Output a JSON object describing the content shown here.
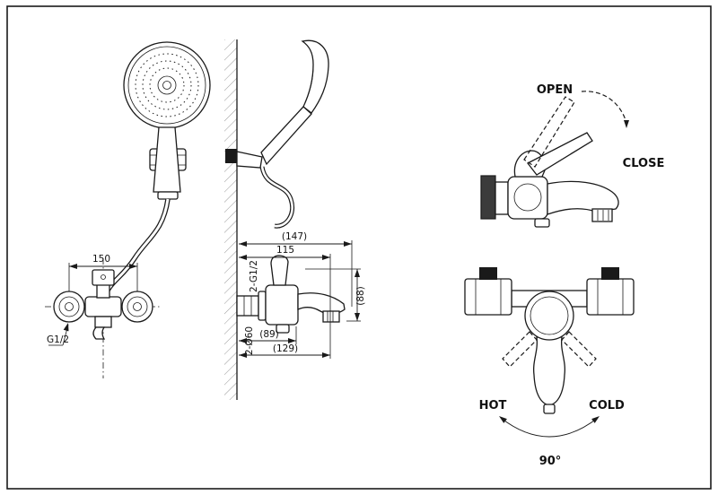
{
  "front_view": {
    "dim_width": "150",
    "thread_label": "G1/2"
  },
  "side_view": {
    "dim_overall": "(147)",
    "dim_spout_reach": "115",
    "inlet_thread_label": "2-G1/2",
    "inlet_spacing_label": "2-Ø60",
    "dim_height": "(88)",
    "dim_body_depth": "(89)",
    "dim_total_depth": "(129)"
  },
  "operation_view": {
    "open_label": "OPEN",
    "close_label": "CLOSE"
  },
  "rotation_view": {
    "hot_label": "HOT",
    "cold_label": "COLD",
    "angle_label": "90°"
  }
}
